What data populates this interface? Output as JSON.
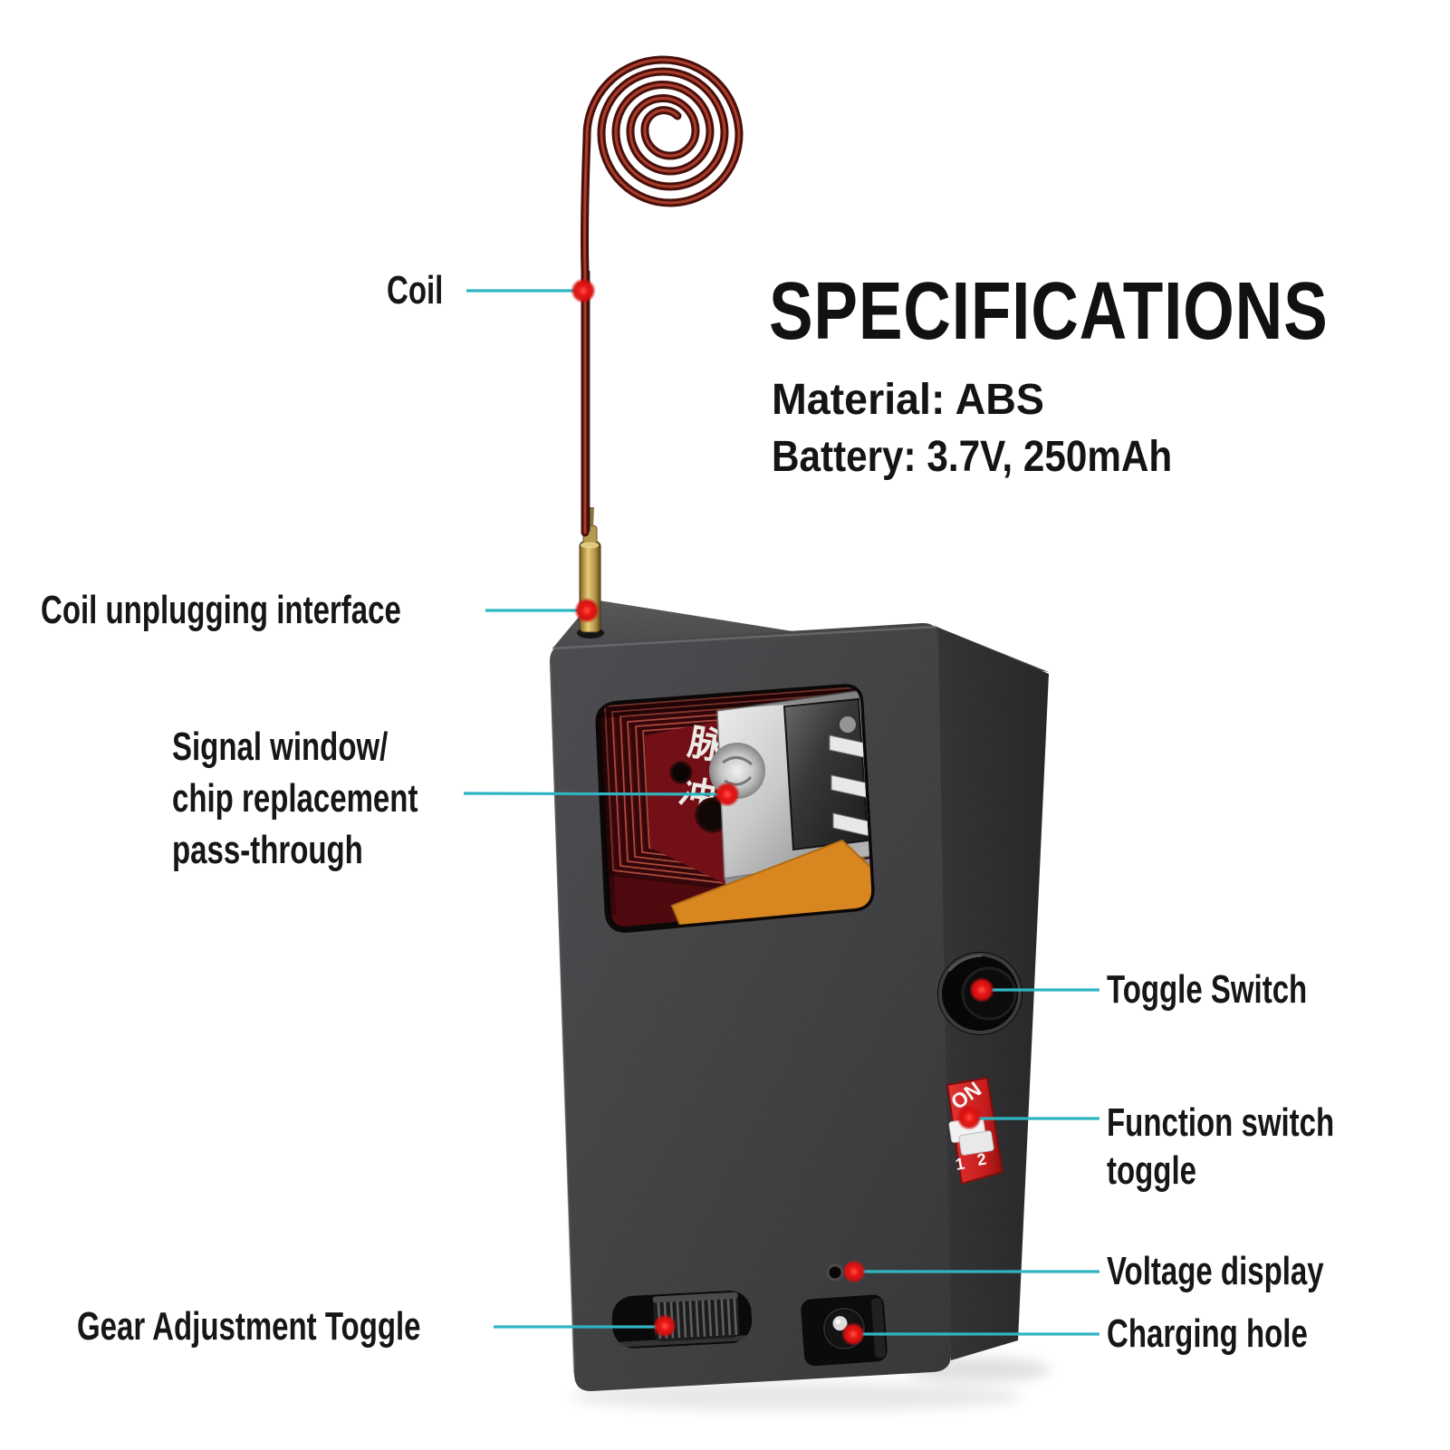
{
  "title": "SPECIFICATIONS",
  "specs": {
    "material": "Material: ABS",
    "battery": "Battery: 3.7V, 250mAh"
  },
  "callouts": {
    "coil": {
      "label": "Coil"
    },
    "coil_interface": {
      "label": "Coil unplugging interface"
    },
    "signal_window": {
      "line1": "Signal window/",
      "line2": "chip replacement",
      "line3": "pass-through"
    },
    "toggle_switch": {
      "label": "Toggle Switch"
    },
    "function_switch": {
      "line1": "Function switch",
      "line2": "toggle"
    },
    "voltage_display": {
      "label": "Voltage display"
    },
    "charging_hole": {
      "label": "Charging hole"
    },
    "gear_adjustment": {
      "label": "Gear Adjustment Toggle"
    }
  },
  "device": {
    "dip_switch": {
      "on": "ON",
      "pos1": "1",
      "pos2": "2"
    },
    "pcb_marking": {
      "char1": "脉",
      "char2": "冲"
    }
  },
  "colors": {
    "leader_line": "#2fb5c1",
    "marker_dot": "#e01212",
    "body_gray": "#3d3d3f",
    "pcb_red": "#731017",
    "dip_red": "#d32222",
    "tape_orange": "#d8861f",
    "coil_copper": "#5c3121"
  }
}
